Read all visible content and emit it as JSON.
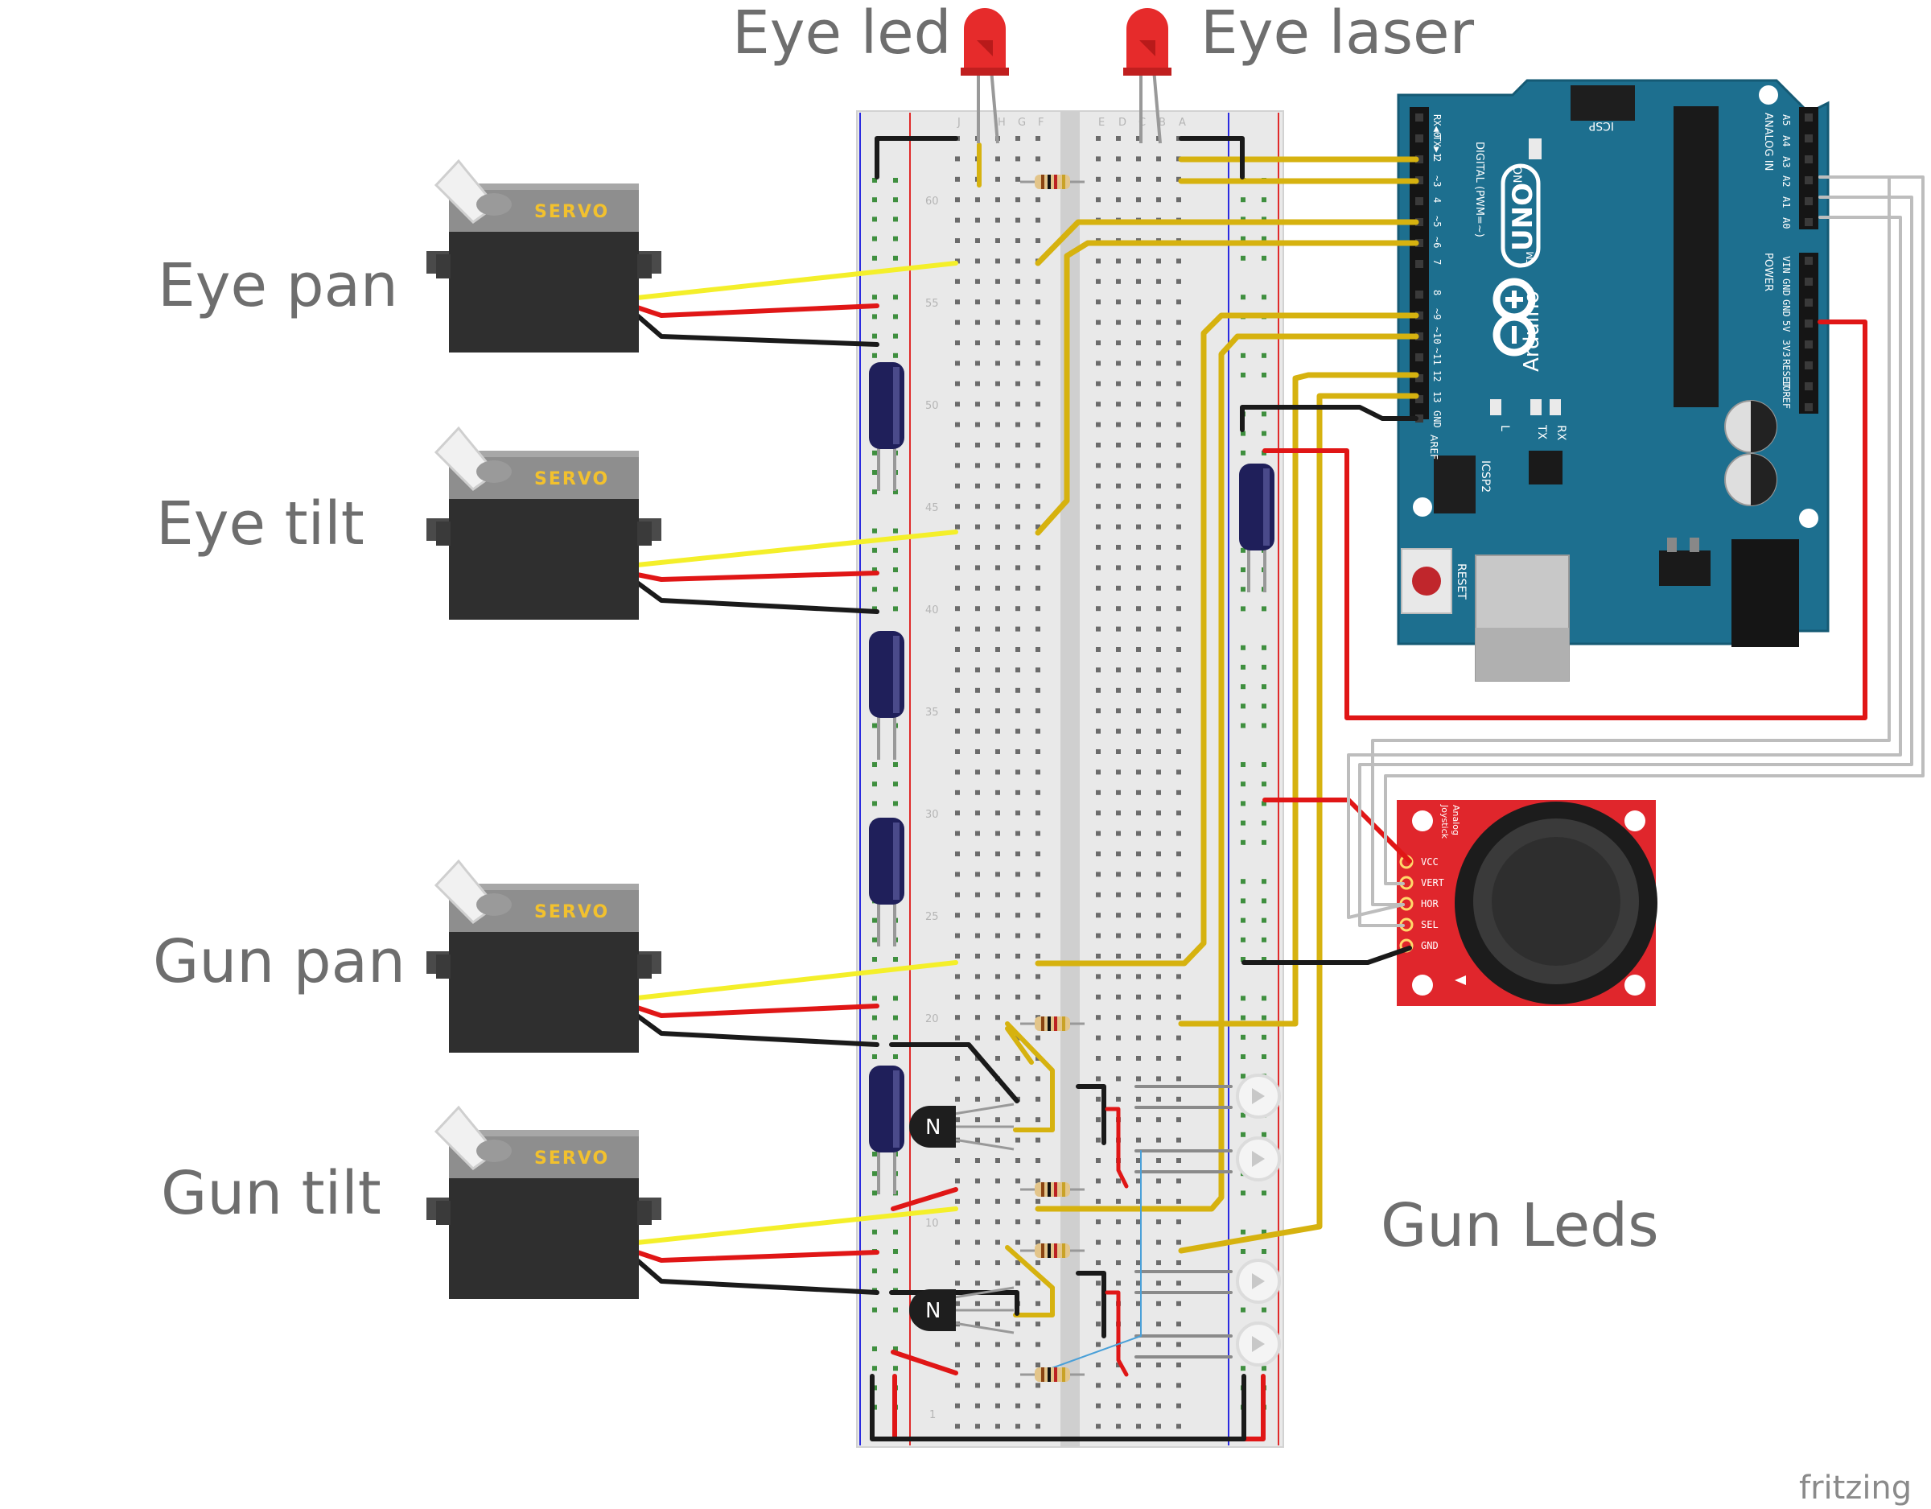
{
  "labels": {
    "eye_led": "Eye led",
    "eye_laser": "Eye laser",
    "eye_pan": "Eye pan",
    "eye_tilt": "Eye tilt",
    "gun_pan": "Gun pan",
    "gun_tilt": "Gun tilt",
    "gun_leds": "Gun Leds"
  },
  "servo_label": "SERVO",
  "arduino": {
    "brand": "Arduino",
    "model": "UNO",
    "tm": "TM",
    "on": "ON",
    "icsp": "ICSP",
    "icsp2": "ICSP2",
    "reset": "RESET",
    "digital_header": "DIGITAL (PWM=~)",
    "analog_header": "ANALOG IN",
    "power_header": "POWER",
    "l": "L",
    "tx": "TX",
    "rx": "RX",
    "aref": "AREF",
    "digital_pins": [
      "RX◀0",
      "TX▶1",
      "2",
      "~3",
      "4",
      "~5",
      "~6",
      "7",
      "8",
      "~9",
      "~10",
      "~11",
      "12",
      "13",
      "GND"
    ],
    "analog_pins": [
      "A5",
      "A4",
      "A3",
      "A2",
      "A1",
      "A0"
    ],
    "power_pins": [
      "VIN",
      "GND",
      "GND",
      "5V",
      "3V3",
      "RESET",
      "IOREF"
    ]
  },
  "joystick": {
    "title": "Joystick",
    "subtitle": "Analog",
    "pins": [
      "VCC",
      "VERT",
      "HOR",
      "SEL",
      "GND"
    ]
  },
  "breadboard": {
    "columns_left": [
      "J",
      "I",
      "H",
      "G",
      "F"
    ],
    "columns_right": [
      "E",
      "D",
      "C",
      "B",
      "A"
    ],
    "row_numbers": [
      "60",
      "55",
      "50",
      "45",
      "40",
      "35",
      "30",
      "25",
      "20",
      "15",
      "10",
      "5",
      "1"
    ]
  },
  "footer": "fritzing",
  "colors": {
    "arduino_blue": "#1d6f8f",
    "joystick_red": "#e0262c",
    "servo_body": "#2f2f2f",
    "wire_yellow": "#f4ef2a",
    "wire_gold": "#d6b20f",
    "wire_red": "#e01616",
    "wire_black": "#1a1a1a",
    "wire_grey": "#bdbdbd"
  }
}
